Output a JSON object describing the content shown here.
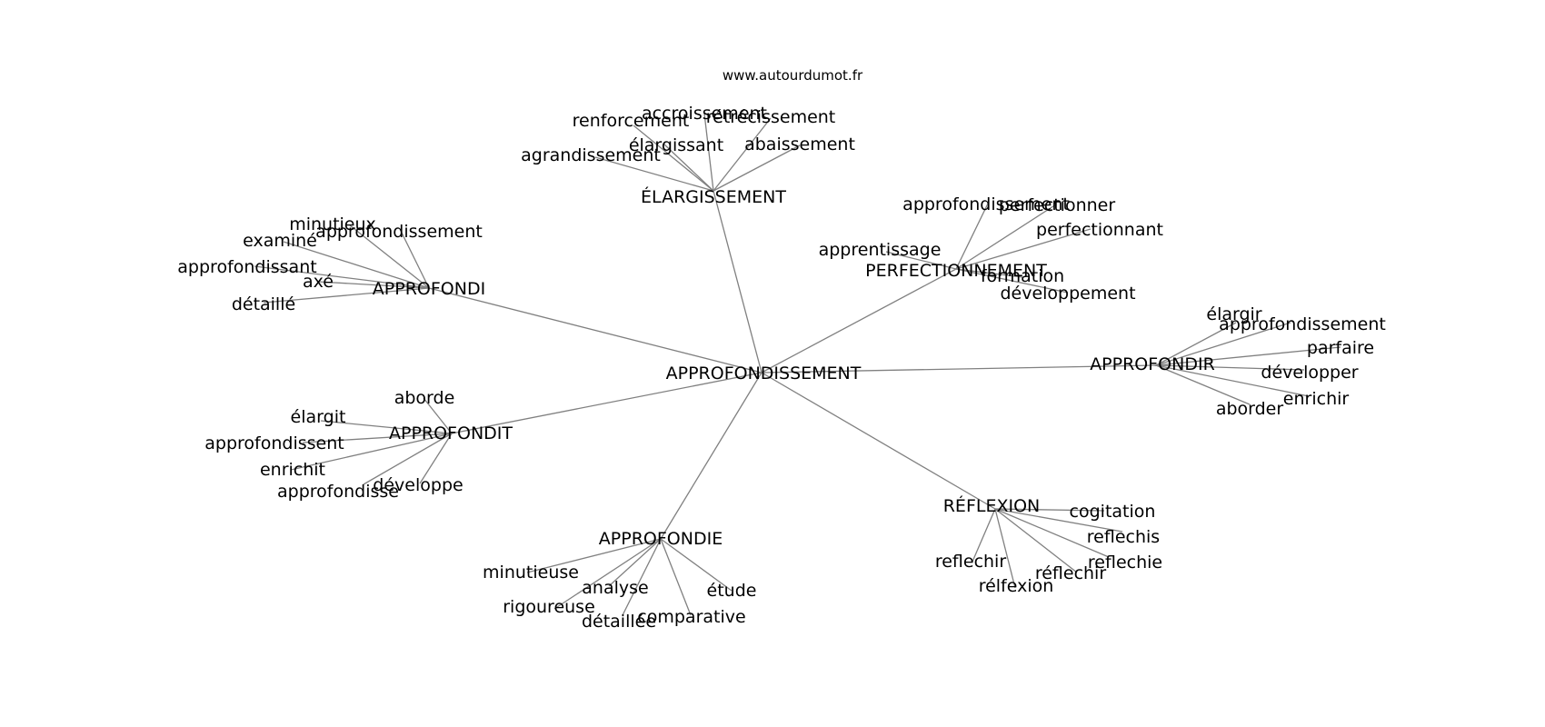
{
  "source": "www.autourdumot.fr",
  "graph": {
    "center": "APPROFONDISSEMENT",
    "clusters": [
      {
        "hub": "ÉLARGISSEMENT",
        "leaves": [
          "accroissement",
          "renforcement",
          "rétrécissement",
          "élargissant",
          "abaissement",
          "agrandissement"
        ]
      },
      {
        "hub": "PERFECTIONNEMENT",
        "leaves": [
          "approfondissement",
          "perfectionner",
          "perfectionnant",
          "apprentissage",
          "formation",
          "développement"
        ]
      },
      {
        "hub": "APPROFONDI",
        "leaves": [
          "minutieux",
          "approfondissement",
          "examiné",
          "approfondissant",
          "axé",
          "détaillé"
        ]
      },
      {
        "hub": "APPROFONDIR",
        "leaves": [
          "élargir",
          "approfondissement",
          "parfaire",
          "développer",
          "enrichir",
          "aborder"
        ]
      },
      {
        "hub": "APPROFONDIT",
        "leaves": [
          "aborde",
          "élargit",
          "approfondissent",
          "enrichit",
          "approfondisse",
          "développe"
        ]
      },
      {
        "hub": "RÉFLEXION",
        "leaves": [
          "cogitation",
          "reflechis",
          "reflechie",
          "reflechir",
          "réflechir",
          "rélfexion"
        ]
      },
      {
        "hub": "APPROFONDIE",
        "leaves": [
          "minutieuse",
          "analyse",
          "rigoureuse",
          "étude",
          "comparative",
          "détaillée"
        ]
      }
    ]
  }
}
